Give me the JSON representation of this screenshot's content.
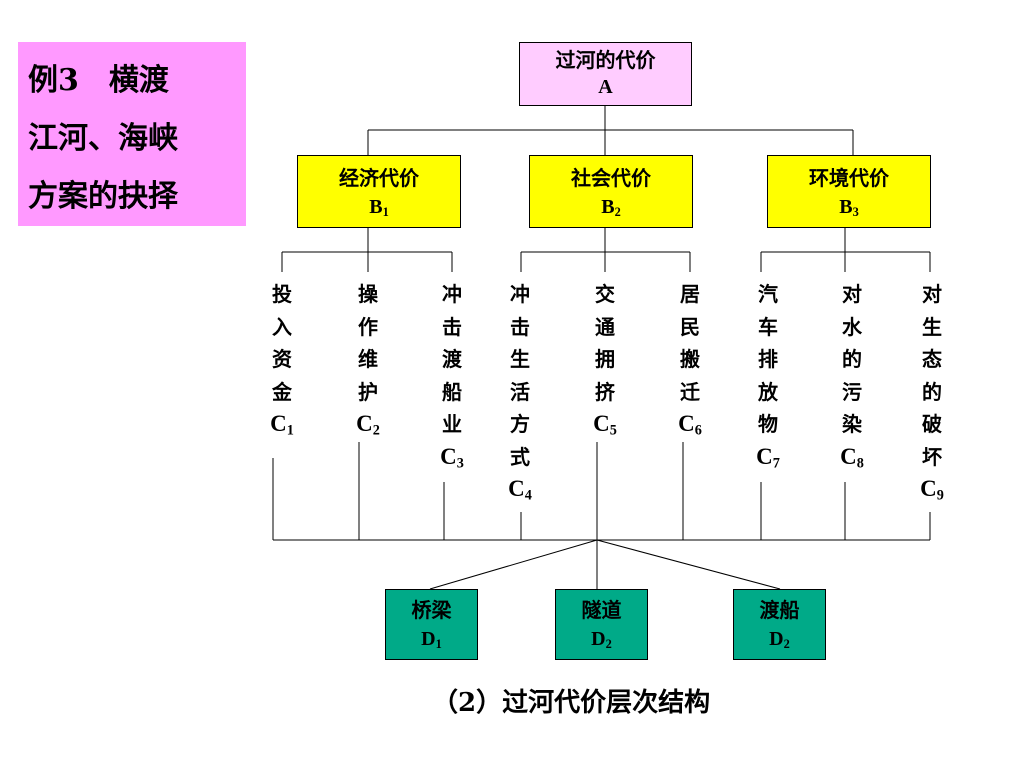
{
  "title_lines": [
    "例3　横渡",
    "江河、海峡",
    "方案的抉择"
  ],
  "goal": {
    "name": "过河的代价",
    "label": "A"
  },
  "criteria": [
    {
      "name": "经济代价",
      "letter": "B",
      "sub": "1"
    },
    {
      "name": "社会代价",
      "letter": "B",
      "sub": "2"
    },
    {
      "name": "环境代价",
      "letter": "B",
      "sub": "3"
    }
  ],
  "subcriteria": [
    {
      "chars": [
        "投",
        "入",
        "资",
        "金"
      ],
      "letter": "C",
      "sub": "1"
    },
    {
      "chars": [
        "操",
        "作",
        "维",
        "护"
      ],
      "letter": "C",
      "sub": "2"
    },
    {
      "chars": [
        "冲",
        "击",
        "渡",
        "船",
        "业"
      ],
      "letter": "C",
      "sub": "3"
    },
    {
      "chars": [
        "冲",
        "击",
        "生",
        "活",
        "方",
        "式"
      ],
      "letter": "C",
      "sub": "4"
    },
    {
      "chars": [
        "交",
        "通",
        "拥",
        "挤"
      ],
      "letter": "C",
      "sub": "5"
    },
    {
      "chars": [
        "居",
        "民",
        "搬",
        "迁"
      ],
      "letter": "C",
      "sub": "6"
    },
    {
      "chars": [
        "汽",
        "车",
        "排",
        "放",
        "物"
      ],
      "letter": "C",
      "sub": "7"
    },
    {
      "chars": [
        "对",
        "水",
        "的",
        "污",
        "染"
      ],
      "letter": "C",
      "sub": "8"
    },
    {
      "chars": [
        "对",
        "生",
        "态",
        "的",
        "破",
        "坏"
      ],
      "letter": "C",
      "sub": "9"
    }
  ],
  "alternatives": [
    {
      "name": "桥梁",
      "letter": "D",
      "sub": "1"
    },
    {
      "name": "隧道",
      "letter": "D",
      "sub": "2"
    },
    {
      "name": "渡船",
      "letter": "D",
      "sub": "2"
    }
  ],
  "caption": "（2）过河代价层次结构"
}
